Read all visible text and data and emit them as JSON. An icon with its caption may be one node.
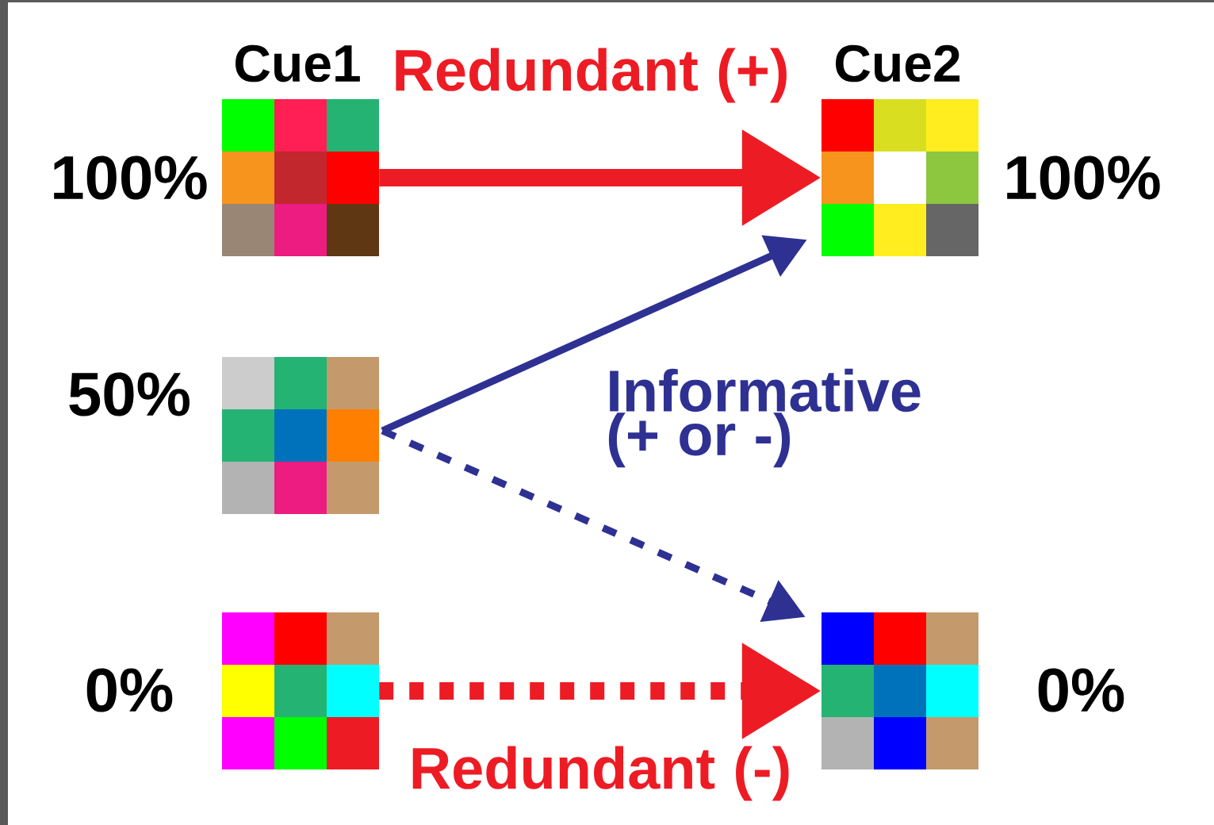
{
  "diagram": {
    "nodes": [
      {
        "text": [],
        "shape": "picture",
        "beside": [
          "Cue1",
          "100%"
        ]
      },
      {
        "text": [],
        "shape": "picture",
        "beside": [
          "50%"
        ]
      },
      {
        "text": [],
        "shape": "picture",
        "beside": [
          "0%"
        ]
      },
      {
        "text": [],
        "shape": "picture",
        "beside": [
          "Cue2",
          "100%"
        ]
      },
      {
        "text": [],
        "shape": "picture",
        "beside": [
          "0%"
        ]
      }
    ],
    "edges": [
      {
        "from": 0,
        "to": 3,
        "arrow": "to",
        "label": "Redundant (+)",
        "style": "thick",
        "color": "#ed1c24"
      },
      {
        "from": 1,
        "to": 3,
        "arrow": "to",
        "label": "Informative (+ or -)",
        "color": "#2e3192"
      },
      {
        "from": 1,
        "to": 4,
        "arrow": "to",
        "style": "dashed",
        "color": "#2e3192"
      },
      {
        "from": 2,
        "to": 4,
        "arrow": "to",
        "label": "Redundant (-)",
        "style": "dashed",
        "color": "#ed1c24"
      }
    ]
  }
}
